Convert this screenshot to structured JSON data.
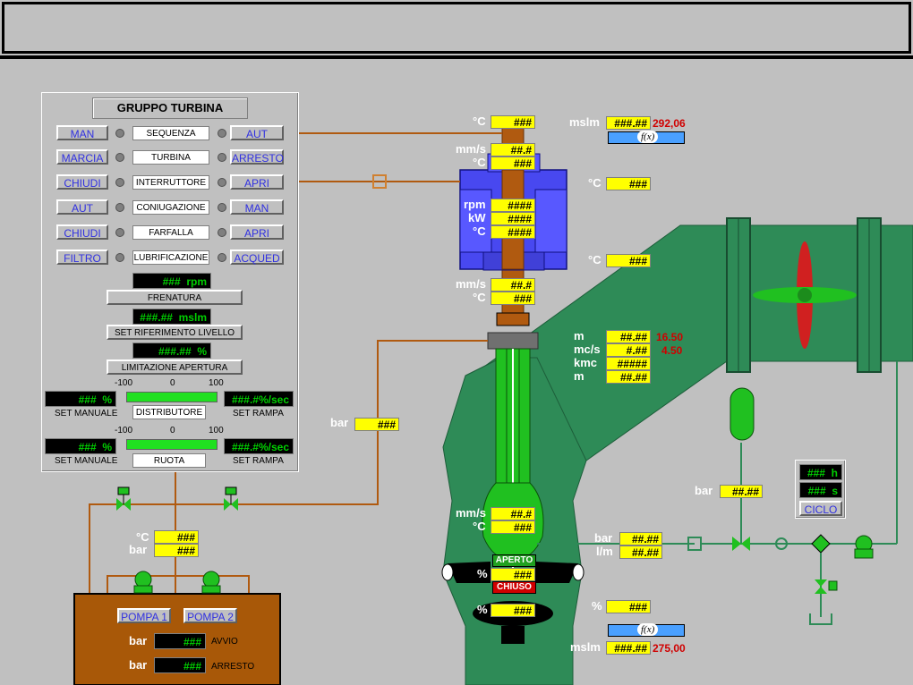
{
  "panel": {
    "title": "GRUPPO TURBINA",
    "rows": [
      {
        "left": "MAN",
        "label": "SEQUENZA",
        "right": "AUT"
      },
      {
        "left": "MARCIA",
        "label": "TURBINA",
        "right": "ARRESTO"
      },
      {
        "left": "CHIUDI",
        "label": "INTERRUTTORE",
        "right": "APRI"
      },
      {
        "left": "AUT",
        "label": "CONIUGAZIONE",
        "right": "MAN"
      },
      {
        "left": "CHIUDI",
        "label": "FARFALLA",
        "right": "APRI"
      },
      {
        "left": "FILTRO",
        "label": "LUBRIFICAZIONE",
        "right": "ACQUED"
      }
    ],
    "frenatura": {
      "value": "###",
      "unit": "rpm",
      "label": "FRENATURA"
    },
    "livello": {
      "value": "###.##",
      "unit": "mslm",
      "label": "SET RIFERIMENTO LIVELLO"
    },
    "apertura": {
      "value": "###.##",
      "unit": "%",
      "label": "LIMITAZIONE APERTURA"
    },
    "distributore": {
      "label": "DISTRIBUTORE",
      "set_value": "###",
      "set_unit": "%",
      "set_label": "SET MANUALE",
      "ramp_value": "###.#",
      "ramp_unit": "%/sec",
      "ramp_label": "SET RAMPA",
      "scale_min": "-100",
      "scale_mid": "0",
      "scale_max": "100"
    },
    "ruota": {
      "label": "RUOTA",
      "set_value": "###",
      "set_unit": "%",
      "set_label": "SET MANUALE",
      "ramp_value": "###.#",
      "ramp_unit": "%/sec",
      "ramp_label": "SET RAMPA",
      "scale_min": "-100",
      "scale_mid": "0",
      "scale_max": "100"
    }
  },
  "turbine": {
    "top_temp": {
      "unit": "°C",
      "value": "###"
    },
    "vib1": {
      "unit": "mm/s",
      "value": "##.#"
    },
    "temp1": {
      "unit": "°C",
      "value": "###"
    },
    "rpm": {
      "unit": "rpm",
      "value": "####"
    },
    "kw": {
      "unit": "kW",
      "value": "####"
    },
    "temp2": {
      "unit": "°C",
      "value": "####"
    },
    "vib2": {
      "unit": "mm/s",
      "value": "##.#"
    },
    "temp3": {
      "unit": "°C",
      "value": "###"
    },
    "vib3": {
      "unit": "mm/s",
      "value": "##.#"
    },
    "temp4": {
      "unit": "°C",
      "value": "###"
    },
    "aperto": "APERTO",
    "chiuso": "CHIUSO",
    "pct_mid": {
      "unit": "%",
      "value": "###"
    },
    "pct_low": {
      "unit": "%",
      "value": "###"
    }
  },
  "right": {
    "level_top": {
      "unit": "mslm",
      "value": "###.##",
      "reading": "292,06"
    },
    "temp_r1": {
      "unit": "°C",
      "value": "###"
    },
    "temp_r2": {
      "unit": "°C",
      "value": "###"
    },
    "m1": {
      "unit": "m",
      "value": "##.##",
      "reading": "16.50"
    },
    "flow": {
      "unit": "mc/s",
      "value": "#.##",
      "reading": "4.50"
    },
    "kmc": {
      "unit": "kmc",
      "value": "#####"
    },
    "m2": {
      "unit": "m",
      "value": "##.##"
    },
    "bar_tank": {
      "unit": "bar",
      "value": "##.##"
    },
    "bar_line": {
      "unit": "bar",
      "value": "##.##"
    },
    "lm": {
      "unit": "l/m",
      "value": "##.##"
    },
    "pct_bottom": {
      "unit": "%",
      "value": "###"
    },
    "level_bottom": {
      "unit": "mslm",
      "value": "###.##",
      "reading": "275,00"
    },
    "fx_label": "f(x)",
    "cycle": {
      "h_value": "###",
      "h_unit": "h",
      "s_value": "###",
      "s_unit": "s",
      "button": "CICLO"
    }
  },
  "left_bottom": {
    "bar_pipe": {
      "unit": "bar",
      "value": "###"
    },
    "temp_oil": {
      "unit": "°C",
      "value": "###"
    },
    "bar_oil": {
      "unit": "bar",
      "value": "###"
    },
    "pompa1": "POMPA 1",
    "pompa2": "POMPA 2",
    "avvio": {
      "unit": "bar",
      "value": "###",
      "label": "AVVIO"
    },
    "arresto": {
      "unit": "bar",
      "value": "###",
      "label": "ARRESTO"
    }
  },
  "colors": {
    "penstock": "#2e8b57",
    "tank": "#a85808",
    "shaft": "#b05a10",
    "generator": "#4848f0",
    "display_yellow": "#ffff00"
  }
}
